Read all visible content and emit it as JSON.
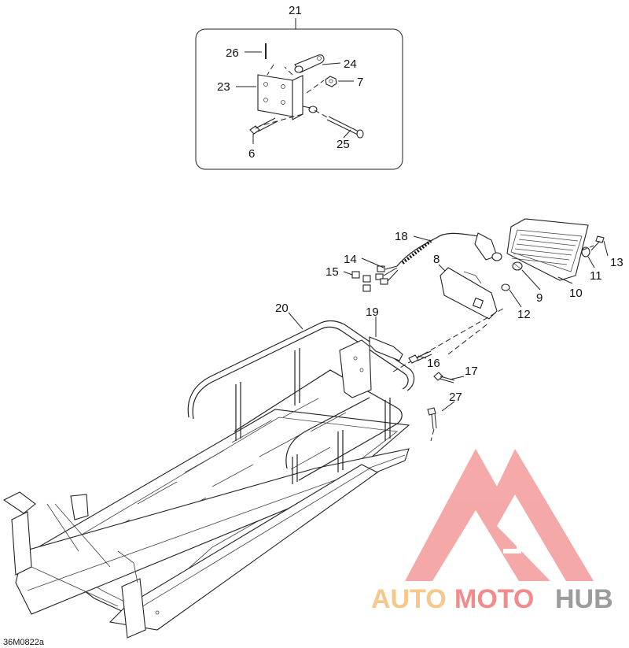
{
  "callouts": {
    "c21": "21",
    "c26": "26",
    "c24": "24",
    "c23": "23",
    "c7": "7",
    "c6": "6",
    "c25": "25",
    "c18": "18",
    "c14": "14",
    "c15": "15",
    "c8": "8",
    "c13": "13",
    "c11": "11",
    "c10": "10",
    "c9": "9",
    "c12": "12",
    "c20": "20",
    "c19": "19",
    "c16": "16",
    "c17": "17",
    "c27": "27"
  },
  "figure_code": "36M0822a",
  "watermark": {
    "part1": "AUTO",
    "part2": "MOTO",
    "part3": "HUB",
    "colors": {
      "auto": "#f7c88a",
      "moto": "#f08c8c",
      "hub": "#9c9c9c",
      "logo": "#f26d6d"
    }
  }
}
